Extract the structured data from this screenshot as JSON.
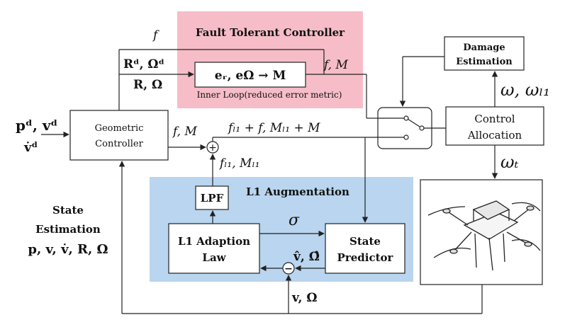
{
  "colors": {
    "ftc_region": "#f6bdc8",
    "l1_region": "#b9d5ef",
    "line": "#222222"
  },
  "regions": {
    "ftc_title": "Fault Tolerant Controller",
    "ftc_subtitle": "Inner Loop(reduced error metric)",
    "l1_title": "L1 Augmentation"
  },
  "blocks": {
    "geometric_l1": "Geometric",
    "geometric_l2": "Controller",
    "error_map": "eᵣ, eΩ → M",
    "lpf": "LPF",
    "l1_law_l1": "L1 Adaption",
    "l1_law_l2": "Law",
    "state_pred_l1": "State",
    "state_pred_l2": "Predictor",
    "damage_l1": "Damage",
    "damage_l2": "Estimation",
    "alloc_l1": "Control",
    "alloc_l2": "Allocation"
  },
  "labels": {
    "input_pd_vd": "pᵈ, vᵈ",
    "input_vd_dot": "v̇ᵈ",
    "f_top": "f",
    "Rd_Omegad": "Rᵈ, Ωᵈ",
    "R_Omega": "R, Ω",
    "fM_ftc_out": "f, M",
    "fM_geo_out": "f, M",
    "sum_out": "fₗ₁ + f,  Mₗ₁ + M",
    "fl1_Ml1": "fₗ₁, Mₗ₁",
    "sigma": "σ",
    "v_hat": "v̂, Ω̂",
    "v_Omega_fb": "v, Ω",
    "omega_top": "ω, ωₗ₁",
    "omega_t": "ωₜ",
    "state_est_l1": "State",
    "state_est_l2": "Estimation",
    "state_est_vars": "p, v, v̇, R, Ω",
    "sum_symbol": "+",
    "diff_symbol": "−"
  }
}
